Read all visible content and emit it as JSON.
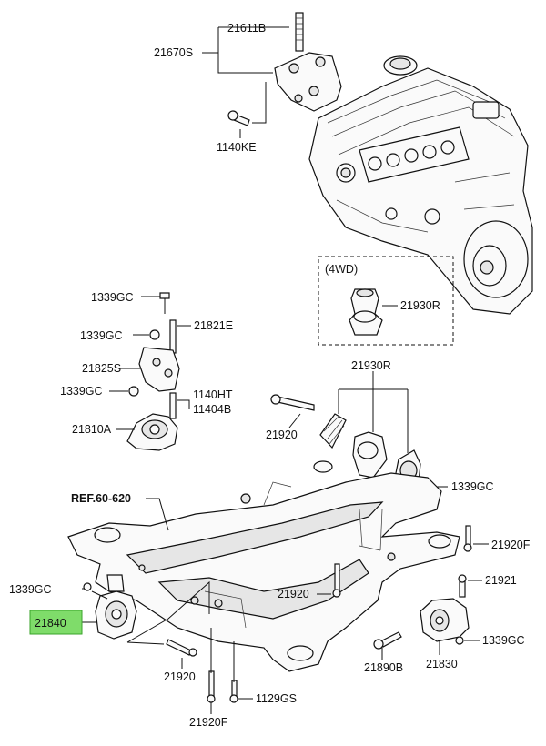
{
  "callouts": {
    "c21611B": "21611B",
    "c21670S": "21670S",
    "c1140KE": "1140KE",
    "wd_label": "(4WD)",
    "c21930R_box": "21930R",
    "c1339GC_a": "1339GC",
    "c21821E": "21821E",
    "c1339GC_b": "1339GC",
    "c21825S": "21825S",
    "c1339GC_c": "1339GC",
    "c1140HT": "1140HT",
    "c11404B": "11404B",
    "c21810A": "21810A",
    "c21930R_main": "21930R",
    "c21920_a": "21920",
    "c1339GC_d": "1339GC",
    "ref": "REF.60-620",
    "c21920F_a": "21920F",
    "c1339GC_e": "1339GC",
    "c21840": "21840",
    "c21920_b": "21920",
    "c21921": "21921",
    "c1339GC_f": "1339GC",
    "c21830": "21830",
    "c21890B": "21890B",
    "c21920_c": "21920",
    "c1129GS": "1129GS",
    "c21920F_b": "21920F"
  },
  "highlight_color": "#7fdc6a"
}
